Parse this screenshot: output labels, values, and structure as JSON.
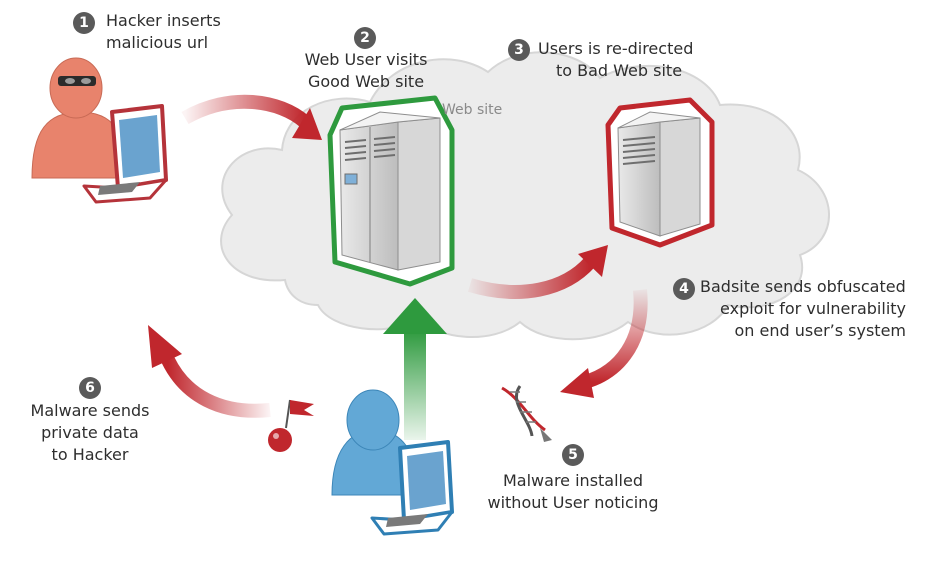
{
  "steps": [
    {
      "number": "1",
      "lines": [
        "Hacker inserts",
        "malicious url"
      ]
    },
    {
      "number": "2",
      "lines": [
        "Web User visits",
        "Good Web site"
      ]
    },
    {
      "number": "3",
      "lines": [
        "Users is re-directed",
        "to Bad Web site"
      ]
    },
    {
      "number": "4",
      "lines": [
        "Badsite sends obfuscated",
        "exploit for vulnerability",
        "on end user’s system"
      ]
    },
    {
      "number": "5",
      "lines": [
        "Malware installed",
        "without User noticing"
      ]
    },
    {
      "number": "6",
      "lines": [
        "Malware sends",
        "private data",
        "to Hacker"
      ]
    }
  ],
  "cloud_label": "Web site",
  "colors": {
    "hacker": "#e8836c",
    "user": "#62a8d6",
    "red_arrow": "#c0272d",
    "green_arrow": "#2e9a3e",
    "cloud": "#eeeeee",
    "badge": "#5a5a5a"
  }
}
